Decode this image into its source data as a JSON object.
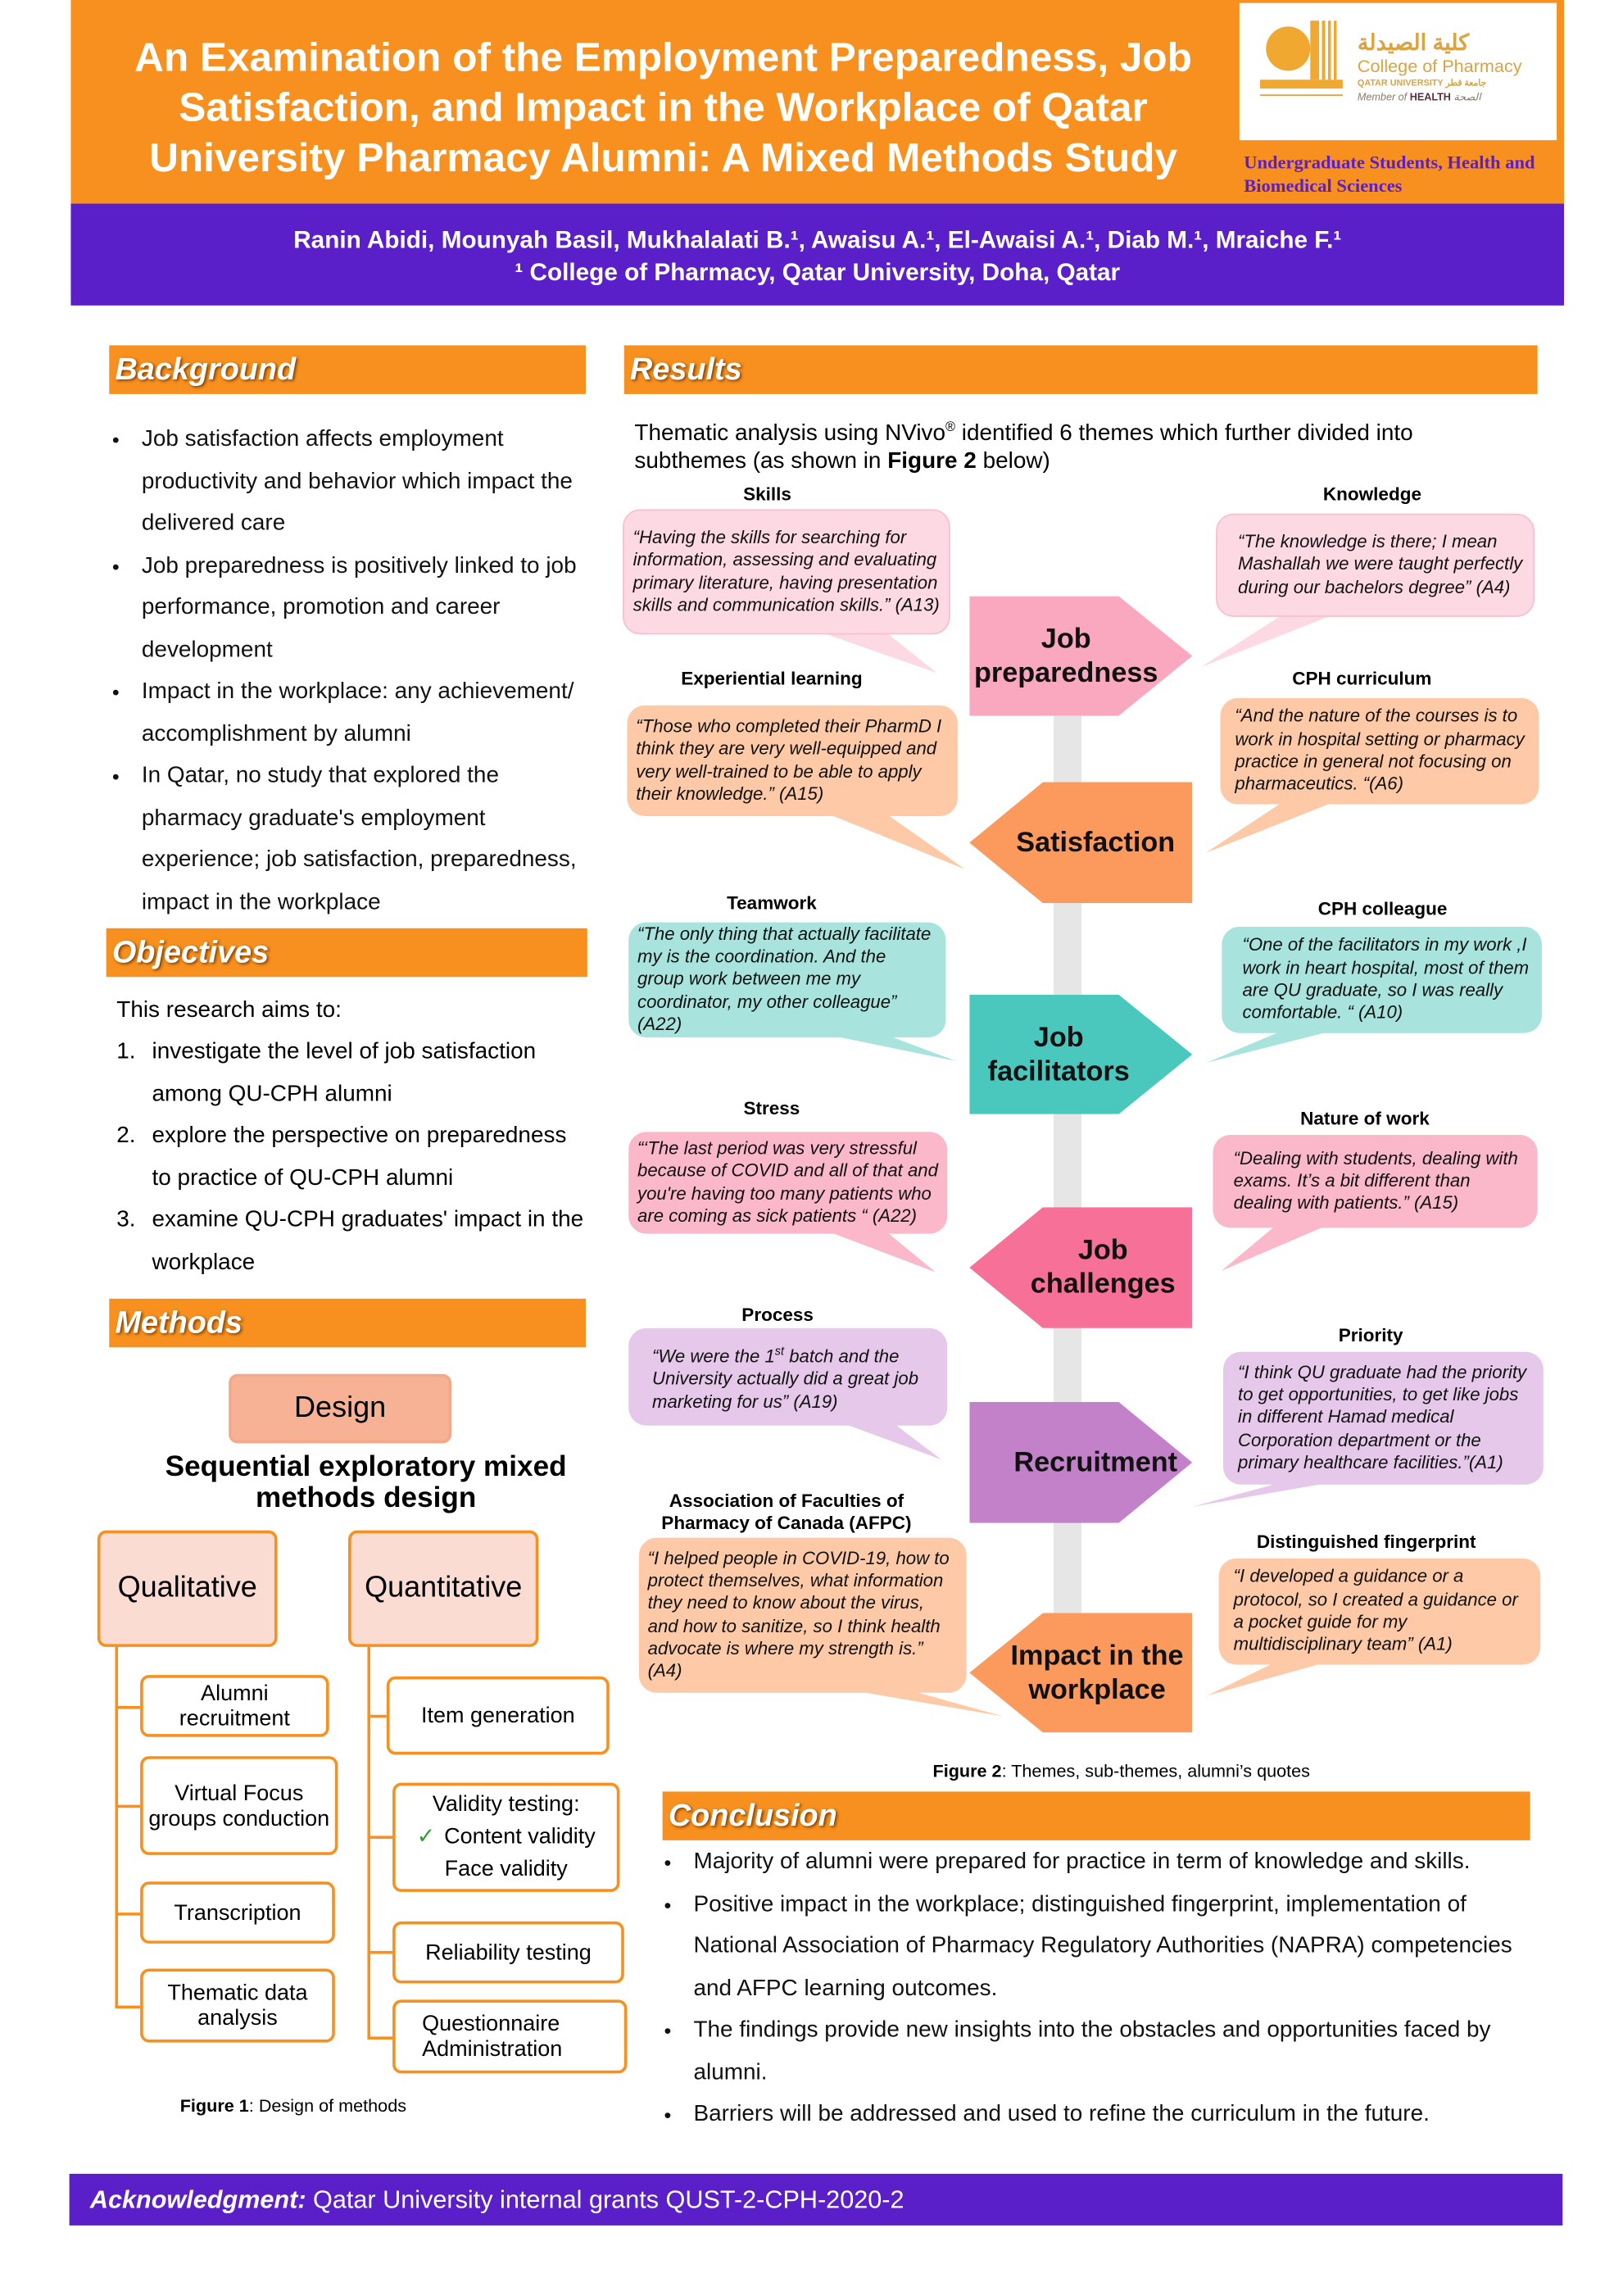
{
  "header": {
    "title": "An Examination of the Employment Preparedness, Job Satisfaction, and Impact in the Workplace of Qatar University Pharmacy Alumni: A Mixed Methods Study",
    "logo": {
      "arabic": "كلية الصيدلة",
      "name": "College of Pharmacy",
      "university": "QATAR UNIVERSITY جامعة قطر",
      "member_prefix": "Member of",
      "member_health": "HEALTH",
      "member_arabic": "الصحة"
    },
    "category": "Undergraduate Students, Health and Biomedical Sciences",
    "authors": "Ranin Abidi, Mounyah Basil, Mukhalalati B.¹,  Awaisu A.¹, El-Awaisi A.¹, Diab M.¹, Mraiche F.¹",
    "affiliation": "¹ College of Pharmacy, Qatar University, Doha, Qatar"
  },
  "background": {
    "heading": "Background",
    "bullets": [
      "Job satisfaction affects employment productivity and behavior which impact the delivered care",
      "Job preparedness is positively linked to job performance, promotion and career development",
      "Impact in the workplace: any achievement/ accomplishment by alumni",
      "In Qatar, no study that explored the pharmacy graduate's employment experience; job satisfaction, preparedness, impact in the workplace"
    ]
  },
  "objectives": {
    "heading": "Objectives",
    "intro": "This research aims to:",
    "items": [
      {
        "n": "1.",
        "text": "investigate the level of job satisfaction among QU-CPH alumni"
      },
      {
        "n": "2.",
        "text": "explore the perspective on preparedness to practice of QU-CPH alumni"
      },
      {
        "n": "3.",
        "text": "examine QU-CPH graduates' impact in the workplace"
      }
    ]
  },
  "methods": {
    "heading": "Methods",
    "design": "Design",
    "design_type": "Sequential exploratory mixed methods design",
    "qualitative": "Qualitative",
    "quantitative": "Quantitative",
    "qual_steps": [
      "Alumni recruitment",
      "Virtual Focus groups conduction",
      "Transcription",
      "Thematic data analysis"
    ],
    "quant_steps": {
      "item": "Item generation",
      "validity": "Validity testing:",
      "content": "Content validity",
      "face": "Face validity",
      "reliability": "Reliability testing",
      "admin": "Questionnaire Administration"
    },
    "caption_bold": "Figure 1",
    "caption": ": Design of methods"
  },
  "results": {
    "heading": "Results",
    "intro_a": "Thematic analysis using NVivo",
    "intro_sup": "®",
    "intro_b": " identified 6 themes which further divided into subthemes (as shown in ",
    "intro_fig": "Figure 2",
    "intro_c": " below)",
    "themes": [
      "Job preparedness",
      "Satisfaction",
      "Job facilitators",
      "Job challenges",
      "Recruitment",
      "Impact in the workplace"
    ],
    "subthemes": [
      {
        "label": "Skills",
        "quote": "“Having the skills for searching for information, assessing and evaluating primary literature, having presentation skills and communication skills.” (A13)"
      },
      {
        "label": "Knowledge",
        "quote": "“The knowledge is there; I mean Mashallah we were taught perfectly during our bachelors degree” (A4)"
      },
      {
        "label": "Experiential learning",
        "quote": "“Those who completed their PharmD I think they are very well-equipped and very well-trained to be able to apply their knowledge.” (A15)"
      },
      {
        "label": "CPH curriculum",
        "quote": "“And the nature of the courses is to work in hospital setting or pharmacy practice in general not focusing on pharmaceutics. “(A6)"
      },
      {
        "label": "Teamwork",
        "quote": "“The only thing that actually facilitate my is the coordination. And the group work between me my coordinator, my other colleague” (A22)"
      },
      {
        "label": "CPH colleague",
        "quote": "“One of the facilitators in my work ,I work in heart hospital, most of them are QU graduate, so I was really comfortable. “ (A10)"
      },
      {
        "label": "Stress",
        "quote": "“‘The last period was very stressful because of COVID and all of that and you're having too many patients who are coming as sick patients “ (A22)"
      },
      {
        "label": "Nature of work",
        "quote": "“Dealing with students, dealing with exams. It’s a bit different than dealing with patients.” (A15)"
      },
      {
        "label": "Process",
        "quote_a": "“We were the 1",
        "quote_sup": "st",
        "quote_b": " batch and the University actually did a great job marketing for us” (A19)"
      },
      {
        "label": "Priority",
        "quote": "“I think QU graduate had the priority to get opportunities, to get like jobs in different Hamad medical Corporation department or the primary healthcare facilities.”(A1)"
      },
      {
        "label": "Association of Faculties of Pharmacy of Canada (AFPC)",
        "quote": "“I helped people in COVID-19, how to protect themselves, what information they need to know about the virus, and how to sanitize, so I think health advocate is where my strength is.” (A4)"
      },
      {
        "label": "Distinguished fingerprint",
        "quote": "“I developed a guidance or a protocol, so I created a guidance or a pocket guide for my multidisciplinary team” (A1)"
      }
    ],
    "caption_bold": "Figure 2",
    "caption": ": Themes, sub-themes, alumni’s quotes"
  },
  "conclusion": {
    "heading": "Conclusion",
    "bullets": [
      "Majority of alumni were prepared for practice in term of knowledge and skills.",
      "Positive impact in the workplace; distinguished fingerprint, implementation of National Association of Pharmacy Regulatory Authorities (NAPRA) competencies and AFPC learning outcomes.",
      "The findings provide new insights into the obstacles and opportunities faced by alumni.",
      "Barriers will be addressed and used to refine the curriculum in the future."
    ]
  },
  "acknowledgment": {
    "label": "Acknowledgment:",
    "text": " Qatar University internal grants QUST-2-CPH-2020-2"
  },
  "colors": {
    "orange": "#f7901e",
    "purple": "#5a1fc8"
  }
}
